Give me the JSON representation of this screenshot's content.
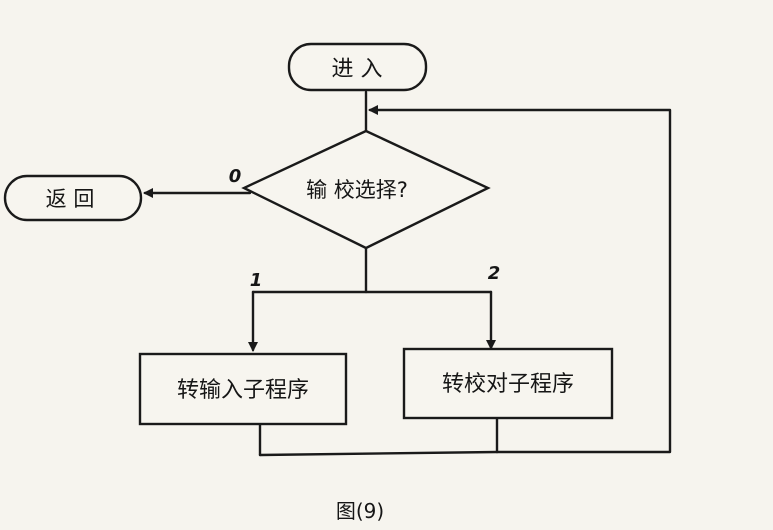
{
  "diagram": {
    "start_node": "进 入",
    "return_node": "返 回",
    "decision": "输 校选择?",
    "branch_labels": {
      "return": "0",
      "input": "1",
      "verify": "2"
    },
    "process_input": "转输入子程序",
    "process_verify": "转校对子程序",
    "caption": "图(9)"
  }
}
